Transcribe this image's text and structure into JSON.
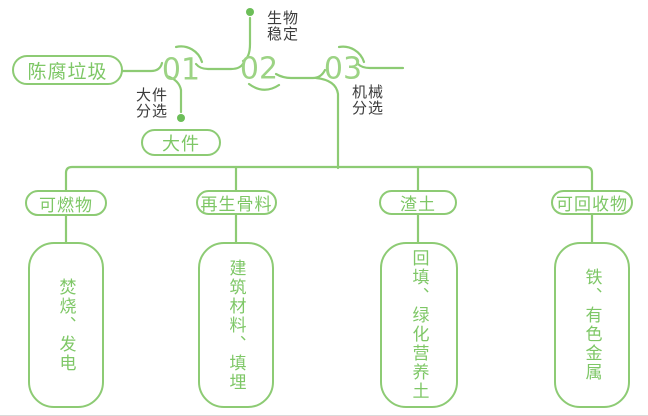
{
  "colors": {
    "line": "#8DCB74",
    "text_green": "#7EC766",
    "number": "#9CD384",
    "label_dark": "#3B3B3B",
    "dot": "#6CBE58"
  },
  "flow": {
    "source": "陈腐垃圾",
    "steps": [
      {
        "num": "01",
        "process": "大件分选",
        "output": "大件"
      },
      {
        "num": "02",
        "process": "生物稳定"
      },
      {
        "num": "03",
        "process": "机械分选"
      }
    ]
  },
  "outputs": [
    {
      "category": "可燃物",
      "use": "焚烧、发电"
    },
    {
      "category": "再生骨料",
      "use": "建筑材料、填埋"
    },
    {
      "category": "渣土",
      "use": "回填、绿化营养土"
    },
    {
      "category": "可回收物",
      "use": "铁、有色金属"
    }
  ]
}
